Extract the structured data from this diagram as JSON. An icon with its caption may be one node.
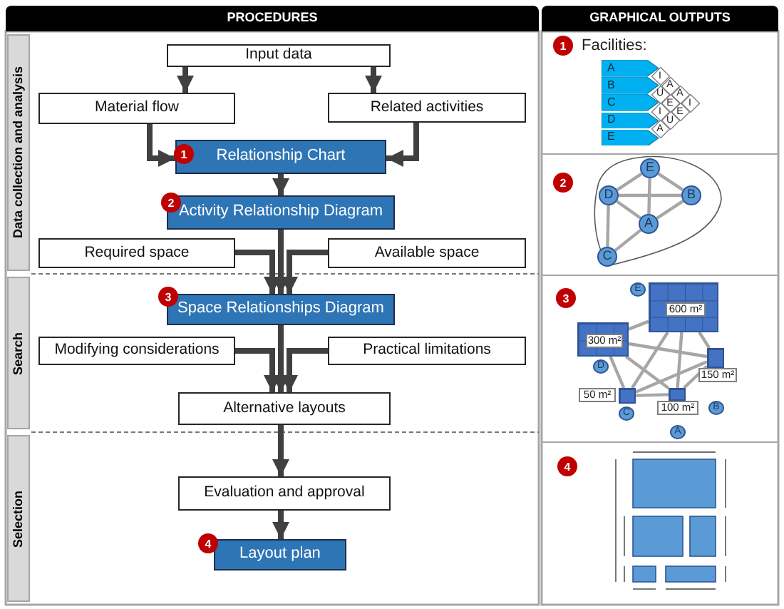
{
  "diagram": {
    "nodes": [
      {
        "text": [
          "PROCEDURES"
        ]
      },
      {
        "text": [
          "GRAPHICAL OUTPUTS"
        ]
      },
      {
        "text": [
          "Data collection and analysis"
        ]
      },
      {
        "text": [
          "Search"
        ]
      },
      {
        "text": [
          "Selection"
        ]
      },
      {
        "text": [
          "Input data"
        ]
      },
      {
        "text": [
          "Material flow"
        ]
      },
      {
        "text": [
          "Related activities"
        ]
      },
      {
        "text": [
          "Relationship Chart"
        ]
      },
      {
        "text": [
          "Activity Relationship Diagram"
        ]
      },
      {
        "text": [
          "Required space"
        ]
      },
      {
        "text": [
          "Available space"
        ]
      },
      {
        "text": [
          "Space Relationships Diagram"
        ]
      },
      {
        "text": [
          "Modifying considerations"
        ]
      },
      {
        "text": [
          "Practical limitations"
        ]
      },
      {
        "text": [
          "Alternative layouts"
        ]
      },
      {
        "text": [
          "Evaluation and approval"
        ]
      },
      {
        "text": [
          "Layout plan"
        ]
      },
      {
        "text": [
          "A"
        ]
      },
      {
        "text": [
          "B"
        ]
      },
      {
        "text": [
          "C"
        ]
      },
      {
        "text": [
          "D"
        ]
      },
      {
        "text": [
          "E"
        ]
      },
      {
        "text": [
          "I"
        ]
      },
      {
        "text": [
          "A"
        ]
      },
      {
        "text": [
          "U"
        ]
      },
      {
        "text": [
          "A"
        ]
      },
      {
        "text": [
          "E"
        ]
      },
      {
        "text": [
          "I"
        ]
      },
      {
        "text": [
          "I"
        ]
      },
      {
        "text": [
          "E"
        ]
      },
      {
        "text": [
          "U"
        ]
      },
      {
        "text": [
          "A"
        ]
      },
      {
        "text": [
          "E"
        ]
      },
      {
        "text": [
          "D"
        ]
      },
      {
        "text": [
          "B"
        ]
      },
      {
        "text": [
          "A"
        ]
      },
      {
        "text": [
          "C"
        ]
      },
      {
        "text": [
          "E"
        ]
      },
      {
        "text": [
          "600 m²"
        ],
        "in": 48
      },
      {
        "text": [
          "300 m²"
        ],
        "in": 49
      },
      {
        "text": [
          "D"
        ]
      },
      {
        "text": [
          "150 m²"
        ]
      },
      {
        "text": [
          "50 m²"
        ]
      },
      {
        "text": [
          "100 m²"
        ]
      },
      {
        "text": [
          "B"
        ]
      },
      {
        "text": [
          "C"
        ]
      },
      {
        "text": [
          "A"
        ]
      },
      {
        "text": [],
        "shape": "box"
      },
      {
        "text": [],
        "shape": "box"
      },
      {
        "text": [],
        "shape": "box"
      },
      {
        "text": [],
        "shape": "box"
      },
      {
        "text": [],
        "shape": "box"
      }
    ],
    "edges": [
      {
        "from": 5,
        "to": 6,
        "arrow": "to",
        "style": "thick",
        "color": "#404040"
      },
      {
        "from": 5,
        "to": 7,
        "arrow": "to",
        "style": "thick",
        "color": "#404040"
      },
      {
        "from": 6,
        "to": 8,
        "arrow": "to",
        "style": "thick",
        "color": "#404040"
      },
      {
        "from": 7,
        "to": 8,
        "arrow": "to",
        "style": "thick",
        "color": "#404040"
      },
      {
        "from": 8,
        "to": 9,
        "arrow": "to",
        "style": "thick",
        "color": "#404040"
      },
      {
        "from": 9,
        "to": 12,
        "arrow": "to",
        "style": "thick",
        "color": "#404040"
      },
      {
        "from": 10,
        "to": 12,
        "arrow": "to",
        "style": "thick",
        "color": "#404040"
      },
      {
        "from": 11,
        "to": 12,
        "arrow": "to",
        "style": "thick",
        "color": "#404040"
      },
      {
        "from": 12,
        "to": 15,
        "arrow": "to",
        "style": "thick",
        "color": "#404040"
      },
      {
        "from": 13,
        "to": 15,
        "arrow": "to",
        "style": "thick",
        "color": "#404040"
      },
      {
        "from": 14,
        "to": 15,
        "arrow": "to",
        "style": "thick",
        "color": "#404040"
      },
      {
        "from": 15,
        "to": 16,
        "arrow": "to",
        "style": "thick",
        "color": "#404040"
      },
      {
        "from": 16,
        "to": 17,
        "arrow": "to",
        "style": "thick",
        "color": "#404040"
      },
      {
        "from": 34,
        "to": 33,
        "arrow": "none",
        "color": "#a6a6a6"
      },
      {
        "from": 33,
        "to": 35,
        "arrow": "none",
        "color": "#a6a6a6"
      },
      {
        "from": 34,
        "to": 35,
        "arrow": "none",
        "color": "#a6a6a6"
      },
      {
        "from": 33,
        "to": 36,
        "arrow": "none",
        "color": "#a6a6a6"
      },
      {
        "from": 34,
        "to": 36,
        "arrow": "none",
        "color": "#a6a6a6"
      },
      {
        "from": 35,
        "to": 36,
        "arrow": "none",
        "color": "#a6a6a6"
      },
      {
        "from": 34,
        "to": 37,
        "arrow": "none",
        "color": "#a6a6a6"
      },
      {
        "from": 37,
        "to": 36,
        "arrow": "none",
        "color": "#a6a6a6"
      },
      {
        "from": 49,
        "to": 48,
        "arrow": "none",
        "color": "#a6a6a6"
      },
      {
        "from": 48,
        "to": 50,
        "arrow": "none",
        "color": "#a6a6a6"
      },
      {
        "from": 48,
        "to": 52,
        "arrow": "none",
        "color": "#a6a6a6"
      },
      {
        "from": 48,
        "to": 51,
        "arrow": "none",
        "color": "#a6a6a6"
      },
      {
        "from": 49,
        "to": 50,
        "arrow": "none",
        "color": "#a6a6a6"
      },
      {
        "from": 49,
        "to": 52,
        "arrow": "none",
        "color": "#a6a6a6"
      },
      {
        "from": 49,
        "to": 51,
        "arrow": "none",
        "color": "#a6a6a6"
      },
      {
        "from": 51,
        "to": 50,
        "arrow": "none",
        "color": "#a6a6a6"
      },
      {
        "from": 51,
        "to": 52,
        "arrow": "none",
        "color": "#a6a6a6"
      },
      {
        "from": 50,
        "to": 52,
        "arrow": "none",
        "color": "#a6a6a6"
      }
    ],
    "labels": [
      "1",
      "2",
      "3",
      "4",
      "1",
      "Facilities:",
      "2",
      "3",
      "4"
    ]
  }
}
